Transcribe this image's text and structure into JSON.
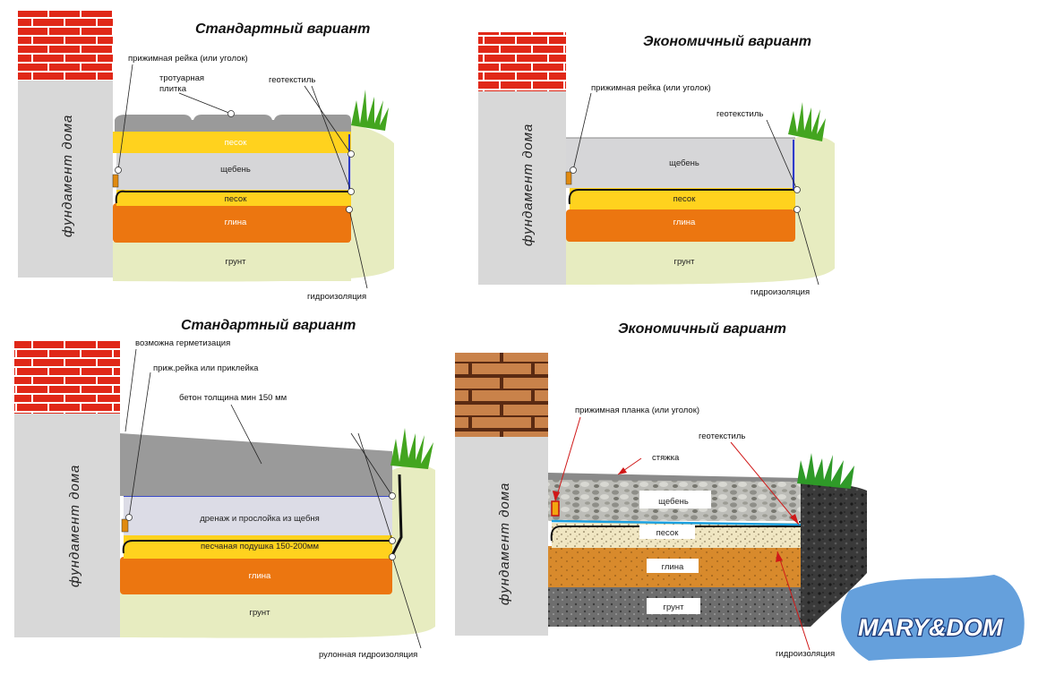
{
  "panels": [
    {
      "title": "Стандартный вариант",
      "wall_label": "фундамент дома",
      "labels": {
        "clamp": "прижимная рейка (или уголок)",
        "tile": "тротуарная\nплитка",
        "geotextile": "геотекстиль",
        "waterproofing": "гидроизоляция"
      },
      "layers": [
        "песок",
        "щебень",
        "песок",
        "глина",
        "грунт"
      ]
    },
    {
      "title": "Экономичный вариант",
      "wall_label": "фундамент дома",
      "labels": {
        "clamp": "прижимная рейка (или уголок)",
        "geotextile": "геотекстиль",
        "waterproofing": "гидроизоляция"
      },
      "layers": [
        "щебень",
        "песок",
        "глина",
        "грунт"
      ]
    },
    {
      "title": "Стандартный вариант",
      "wall_label": "фундамент дома",
      "labels": {
        "sealing": "возможна герметизация",
        "clamp": "приж.рейка или приклейка",
        "concrete": "бетон толщина мин 150 мм",
        "waterproofing": "рулонная гидроизоляция"
      },
      "layers": [
        "дренаж и прослойка из щебня",
        "песчаная подушка 150-200мм",
        "глина",
        "грунт"
      ]
    },
    {
      "title": "Экономичный вариант",
      "wall_label": "фундамент дома",
      "labels": {
        "clamp": "прижимная планка (или уголок)",
        "geotextile": "геотекстиль",
        "screed": "стяжка",
        "waterproofing": "гидроизоляция"
      },
      "layers": [
        "щебень",
        "песок",
        "глина",
        "грунт"
      ]
    }
  ],
  "watermark": "MARY&DOM"
}
